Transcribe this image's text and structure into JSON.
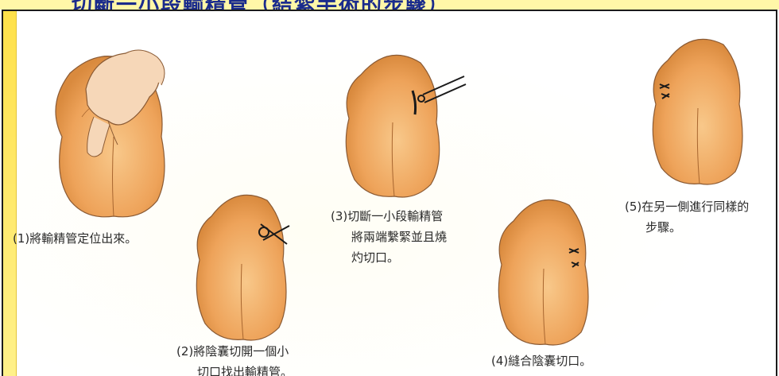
{
  "header": {
    "clipped_title": "切斷一小段輸精管（結紮手術的步驟）"
  },
  "steps": [
    {
      "label": "(1)將輸精管定位出來。"
    },
    {
      "label_line1": "(2)將陰囊切開一個小",
      "label_line2": "切口找出輸精管。"
    },
    {
      "label_line1": "(3)切斷一小段輸精管",
      "label_line2": "將兩端繫緊並且燒",
      "label_line3": "灼切口。"
    },
    {
      "label": "(4)縫合陰囊切口。"
    },
    {
      "label_line1": "(5)在另一側進行同樣的",
      "label_line2": "步驟。"
    }
  ],
  "colors": {
    "skin": "#f2b46e",
    "skin_dark": "#d98a3e",
    "outline": "#8a5a34",
    "hand": "#f6d7b8",
    "background_band": "#ffe14a"
  }
}
